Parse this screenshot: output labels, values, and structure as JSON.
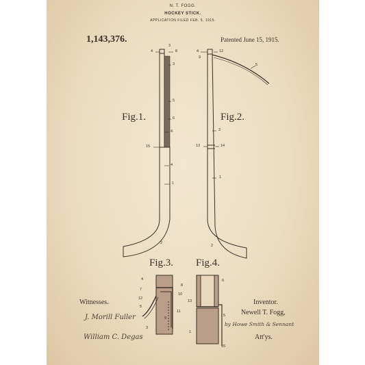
{
  "header": {
    "inventor": "N. T. FOGG.",
    "title": "HOCKEY STICK.",
    "filed": "APPLICATION FILED FEB. 5, 1915.",
    "patent_number": "1,143,376.",
    "patented": "Patented June 15, 1915."
  },
  "figures": {
    "fig1": "Fig.1.",
    "fig2": "Fig.2.",
    "fig3": "Fig.3.",
    "fig4": "Fig.4."
  },
  "ref_numbers": {
    "f1_top_left": "4",
    "f1_top_right": "8",
    "f1_tip": "3",
    "f1_three": "3",
    "f1_five": "5",
    "f1_six": "6",
    "f1_four": "4",
    "f1_fifteen": "15",
    "f1_four_b": "4",
    "f1_one": "1",
    "f1_two": "2",
    "f2_four": "4",
    "f2_twelve": "12",
    "f2_nine": "9",
    "f2_five": "5",
    "f2_three": "3",
    "f2_thirteen": "13",
    "f2_fourteen": "14",
    "f2_one": "1",
    "f2_two": "2",
    "f3_four": "4",
    "f3_seven": "7",
    "f3_eight": "8",
    "f3_ten": "10",
    "f3_five": "5",
    "f3_twelve": "12",
    "f3_nine": "9",
    "f3_eleven": "11",
    "f3_three": "3",
    "f4_six": "6",
    "f4_thirteen": "13",
    "f4_five": "5",
    "f4_one": "1",
    "f4_fifteen": "15"
  },
  "footer": {
    "witnesses_label": "Witnesses.",
    "witness_1": "J. Morill Fuller",
    "witness_2": "William C. Degas",
    "inventor_label": "Inventor.",
    "inventor_name": "Newell T. Fogg,",
    "by_attorneys": "by Howe Smith & Sennant",
    "attys": "Att'ys."
  }
}
